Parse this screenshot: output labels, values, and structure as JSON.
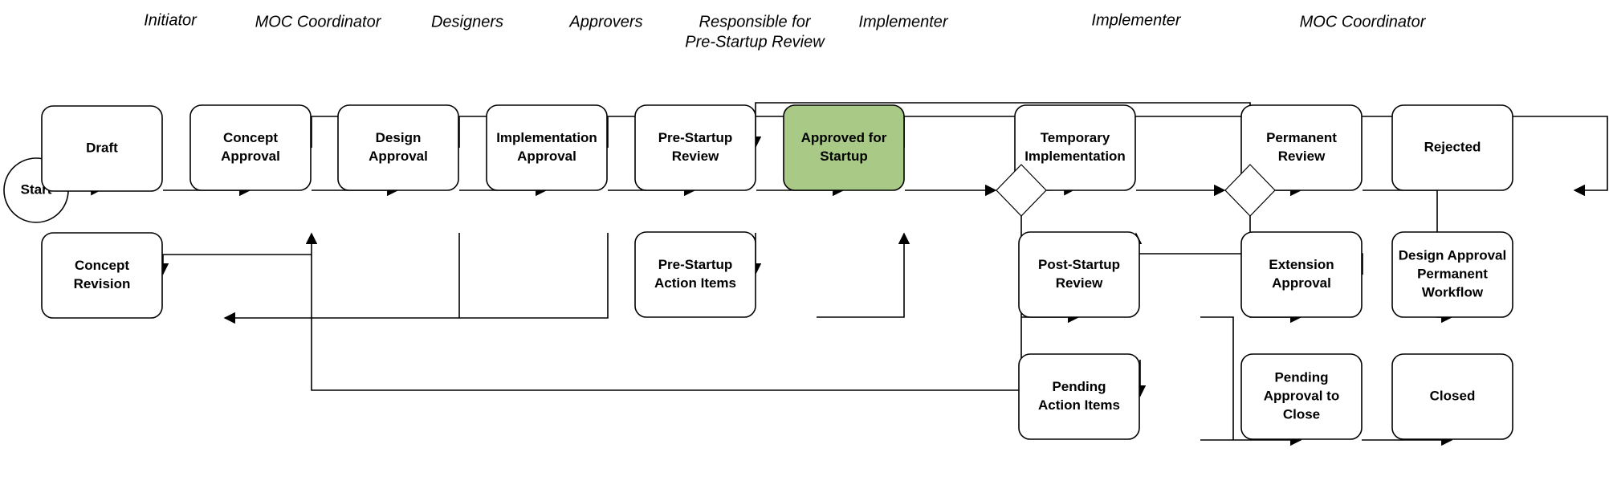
{
  "roles": [
    {
      "id": "initiator",
      "lines": [
        "Initiator"
      ]
    },
    {
      "id": "moc-coordinator-1",
      "lines": [
        "MOC Coordinator"
      ]
    },
    {
      "id": "designers",
      "lines": [
        "Designers"
      ]
    },
    {
      "id": "approvers",
      "lines": [
        "Approvers"
      ]
    },
    {
      "id": "pre-startup-responsible",
      "lines": [
        "Responsible for",
        "Pre-Startup Review"
      ]
    },
    {
      "id": "implementer-1",
      "lines": [
        "Implementer"
      ]
    },
    {
      "id": "implementer-2",
      "lines": [
        "Implementer"
      ]
    },
    {
      "id": "moc-coordinator-2",
      "lines": [
        "MOC Coordinator"
      ]
    }
  ],
  "start": {
    "label": "Start"
  },
  "nodes": [
    {
      "id": "draft",
      "lines": [
        "Draft"
      ],
      "highlight": false
    },
    {
      "id": "concept-approval",
      "lines": [
        "Concept",
        "Approval"
      ],
      "highlight": false
    },
    {
      "id": "design-approval",
      "lines": [
        "Design",
        "Approval"
      ],
      "highlight": false
    },
    {
      "id": "implementation-approval",
      "lines": [
        "Implementation",
        "Approval"
      ],
      "highlight": false
    },
    {
      "id": "pre-startup-review",
      "lines": [
        "Pre-Startup",
        "Review"
      ],
      "highlight": false
    },
    {
      "id": "approved-for-startup",
      "lines": [
        "Approved for",
        "Startup"
      ],
      "highlight": true
    },
    {
      "id": "temporary-implementation",
      "lines": [
        "Temporary",
        "Implementation"
      ],
      "highlight": false
    },
    {
      "id": "permanent-review",
      "lines": [
        "Permanent",
        "Review"
      ],
      "highlight": false
    },
    {
      "id": "rejected",
      "lines": [
        "Rejected"
      ],
      "highlight": false
    },
    {
      "id": "concept-revision",
      "lines": [
        "Concept",
        "Revision"
      ],
      "highlight": false
    },
    {
      "id": "pre-startup-action-items",
      "lines": [
        "Pre-Startup",
        "Action Items"
      ],
      "highlight": false
    },
    {
      "id": "post-startup-review",
      "lines": [
        "Post-Startup",
        "Review"
      ],
      "highlight": false
    },
    {
      "id": "extension-approval",
      "lines": [
        "Extension",
        "Approval"
      ],
      "highlight": false
    },
    {
      "id": "design-approval-permanent-workflow",
      "lines": [
        "Design Approval",
        "Permanent",
        "Workflow"
      ],
      "highlight": false
    },
    {
      "id": "pending-action-items",
      "lines": [
        "Pending",
        "Action Items"
      ],
      "highlight": false
    },
    {
      "id": "pending-approval-to-close",
      "lines": [
        "Pending",
        "Approval to",
        "Close"
      ],
      "highlight": false
    },
    {
      "id": "closed",
      "lines": [
        "Closed"
      ],
      "highlight": false
    }
  ],
  "gateways": [
    {
      "id": "gateway-after-startup"
    },
    {
      "id": "gateway-after-temporary"
    }
  ],
  "colors": {
    "highlight_fill": "#a9c987",
    "stroke": "#000000",
    "background": "#ffffff"
  }
}
